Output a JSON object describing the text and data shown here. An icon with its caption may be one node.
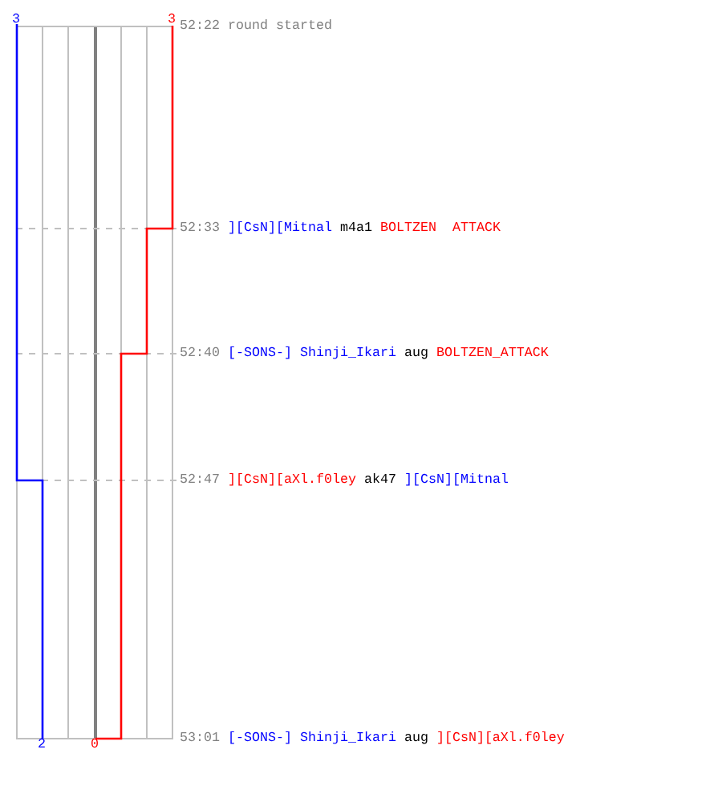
{
  "diagram": {
    "labels": [
      "3",
      "3",
      "52:22",
      "round started",
      "52:33",
      "][CsN][Mitnal",
      "m4a1",
      "BOLTZEN  ATTACK",
      "52:40",
      "[-SONS-] Shinji_Ikari",
      "aug",
      "BOLTZEN_ATTACK",
      "52:47",
      "][CsN][aXl.f0ley",
      "ak47",
      "][CsN][Mitnal",
      "2",
      "0",
      "53:01",
      "[-SONS-] Shinji_Ikari",
      "aug",
      "][CsN][aXl.f0ley"
    ]
  }
}
